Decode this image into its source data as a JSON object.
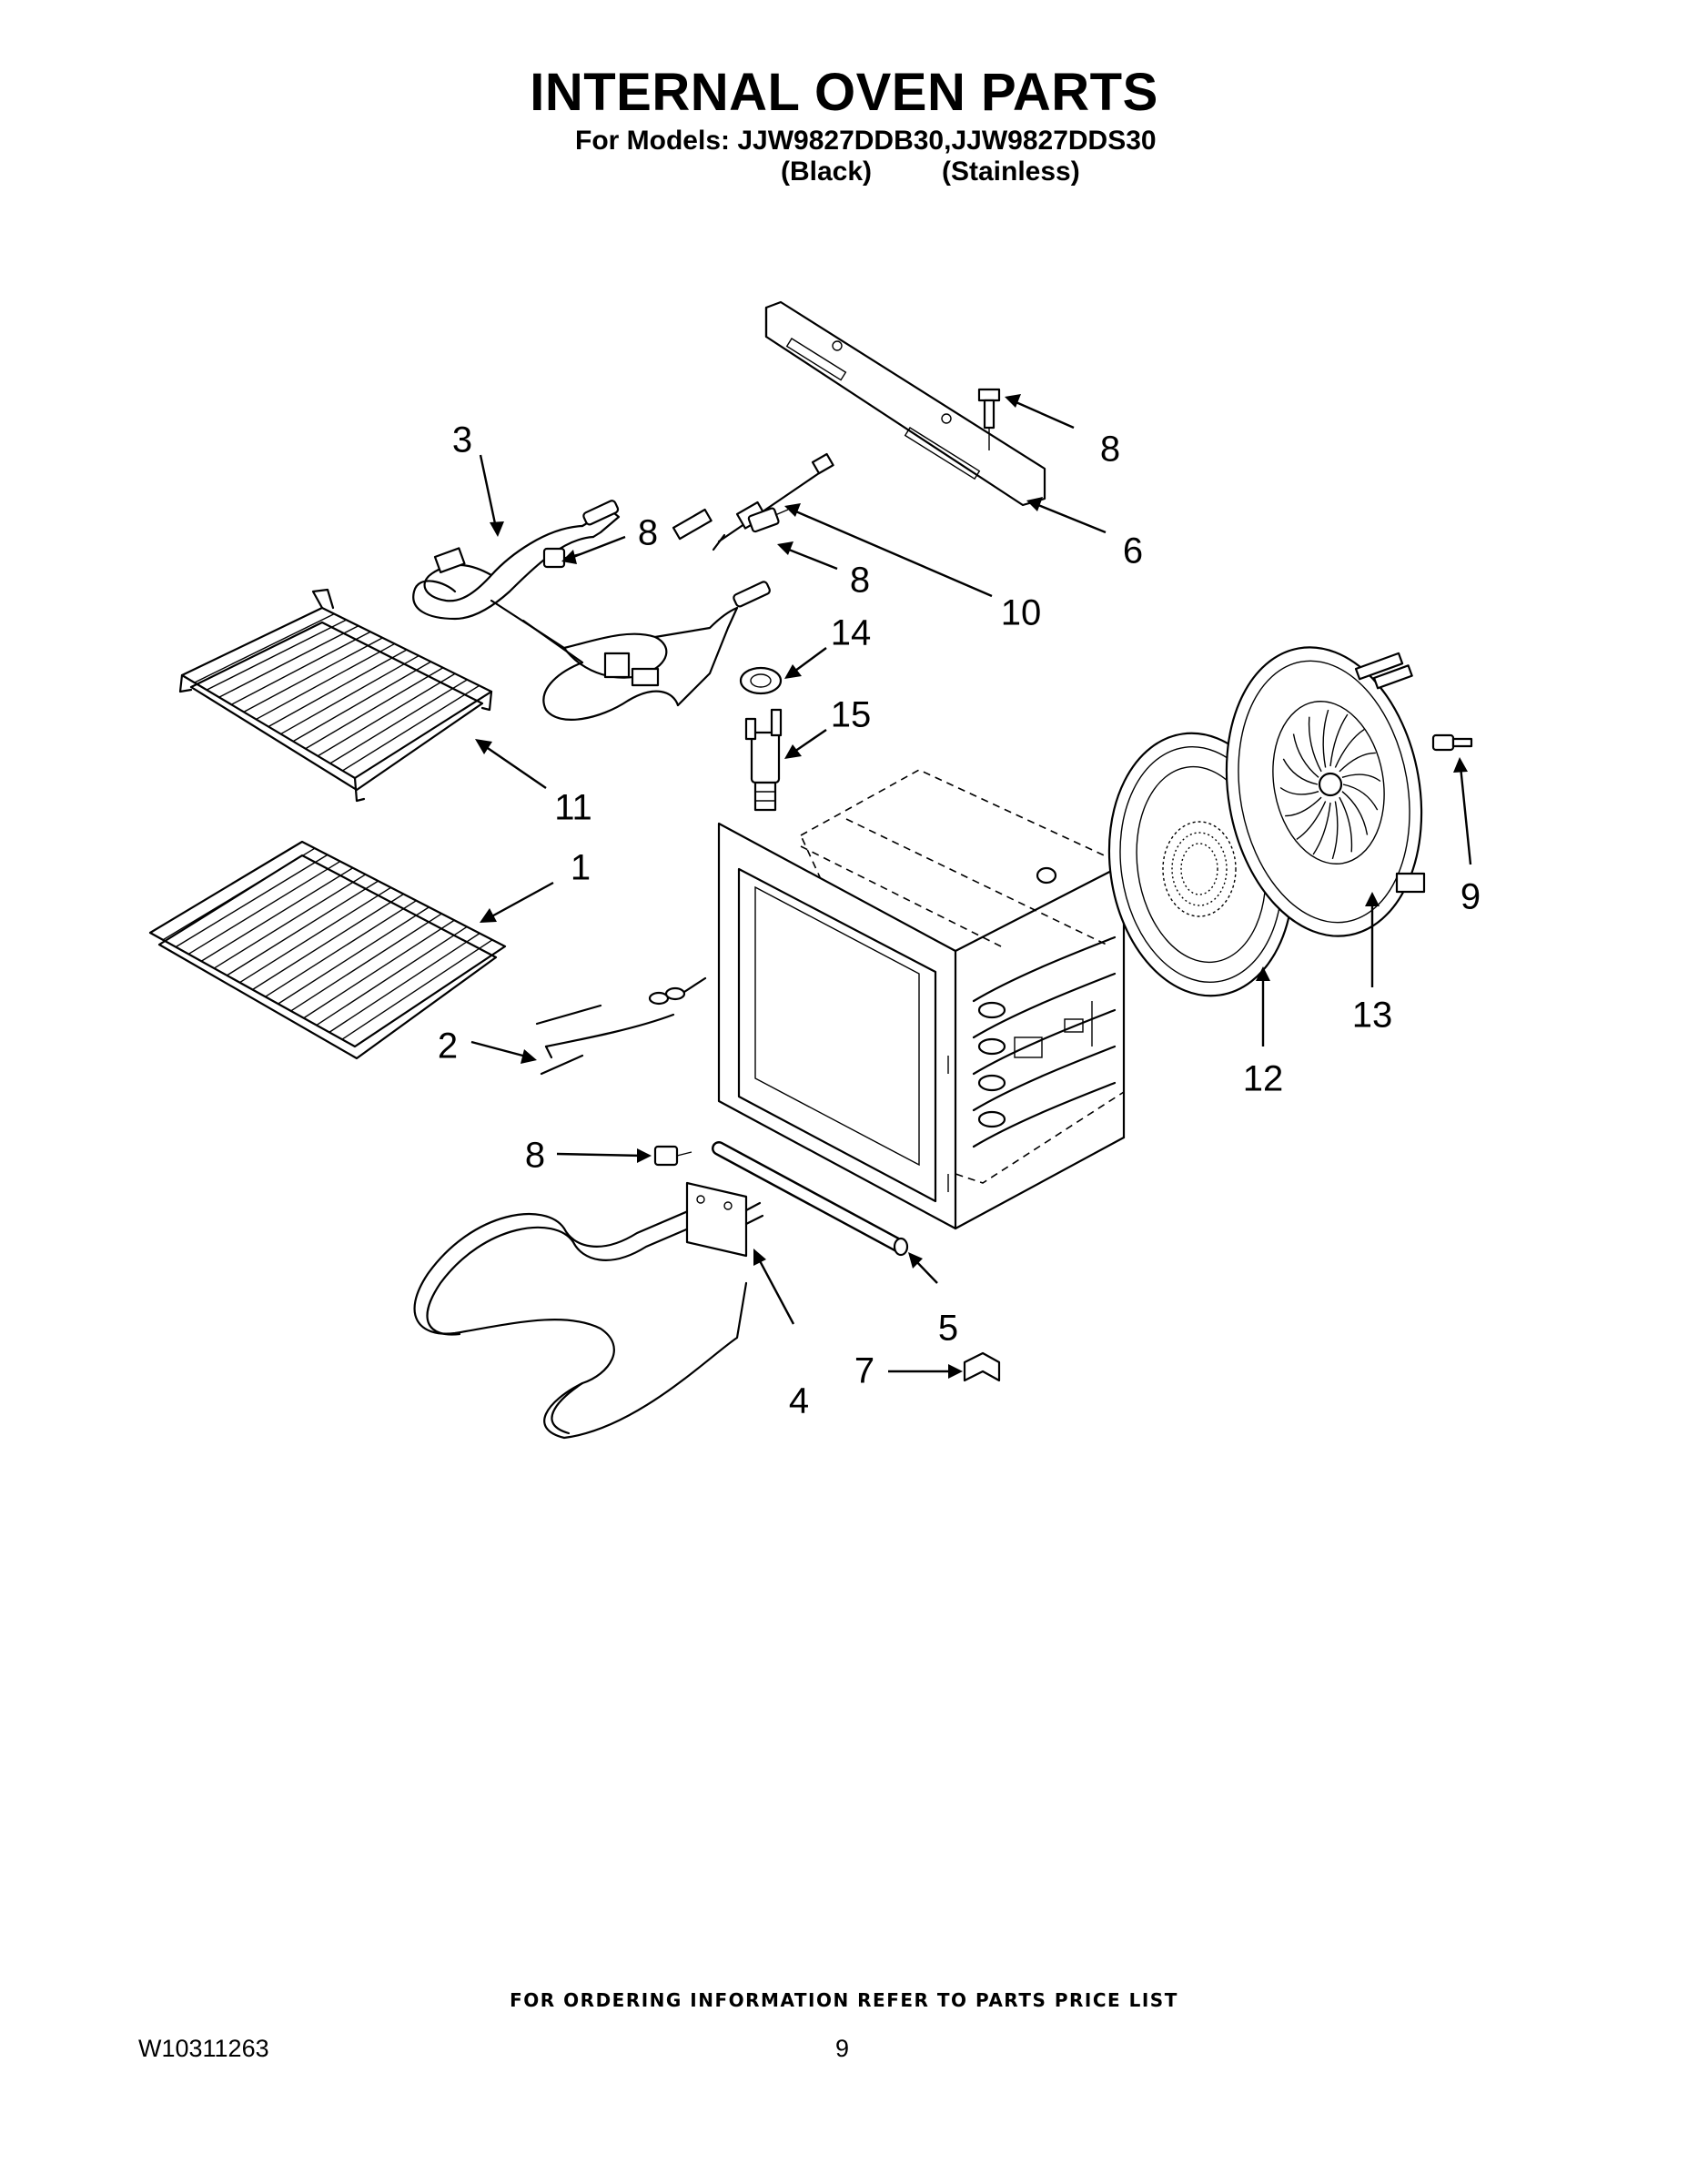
{
  "header": {
    "title": "INTERNAL OVEN PARTS",
    "models_line": "For Models: JJW9827DDB30,JJW9827DDS30",
    "variant_black": "(Black)",
    "variant_stainless": "(Stainless)"
  },
  "callouts": {
    "c1": "1",
    "c2": "2",
    "c3": "3",
    "c4": "4",
    "c5": "5",
    "c6": "6",
    "c7": "7",
    "c8a": "8",
    "c8b": "8",
    "c8c": "8",
    "c8d": "8",
    "c9": "9",
    "c10": "10",
    "c11": "11",
    "c12": "12",
    "c13": "13",
    "c14": "14",
    "c15": "15"
  },
  "footer": {
    "note": "FOR ORDERING INFORMATION REFER TO PARTS PRICE LIST",
    "doc_number": "W10311263",
    "page_number": "9"
  }
}
